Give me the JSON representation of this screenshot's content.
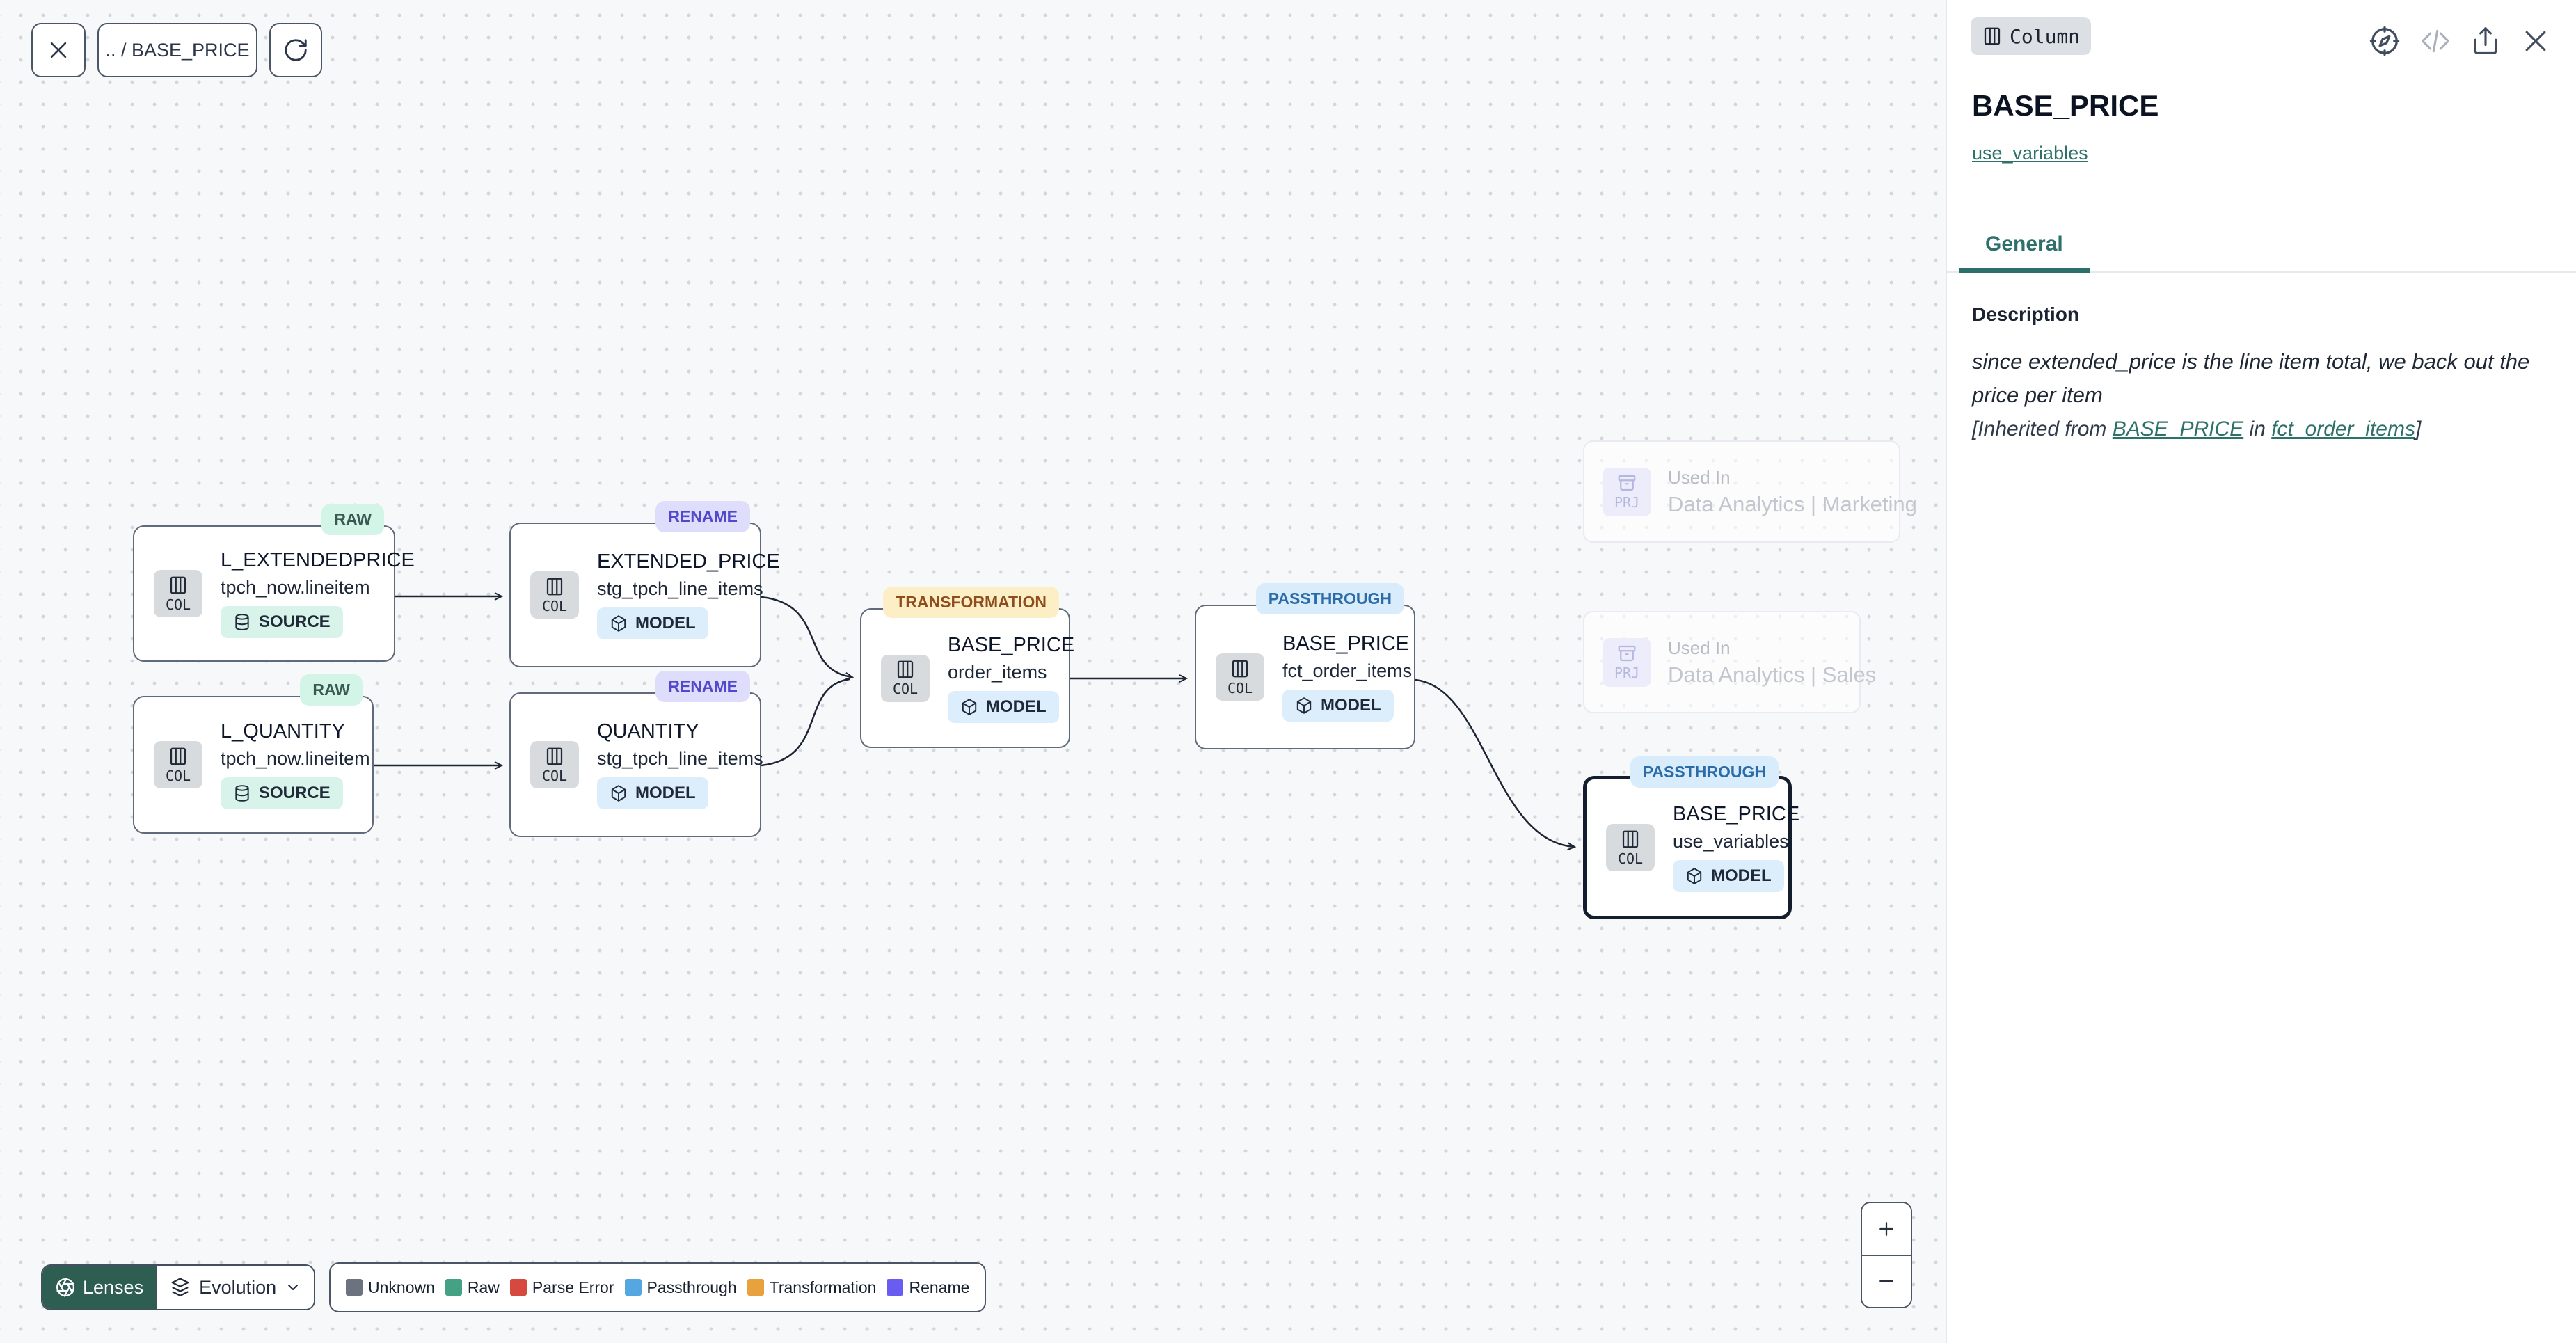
{
  "toolbar": {
    "close_icon": "x-icon",
    "breadcrumb": ".. / BASE_PRICE",
    "refresh_icon": "refresh-icon"
  },
  "canvas": {
    "nodes": [
      {
        "badge": "RAW",
        "title": "L_EXTENDEDPRICE",
        "subtitle": "tpch_now.lineitem",
        "kind": "SOURCE",
        "icon_label": "COL"
      },
      {
        "badge": "RENAME",
        "title": "EXTENDED_PRICE",
        "subtitle": "stg_tpch_line_items",
        "kind": "MODEL",
        "icon_label": "COL"
      },
      {
        "badge": "RAW",
        "title": "L_QUANTITY",
        "subtitle": "tpch_now.lineitem",
        "kind": "SOURCE",
        "icon_label": "COL"
      },
      {
        "badge": "RENAME",
        "title": "QUANTITY",
        "subtitle": "stg_tpch_line_items",
        "kind": "MODEL",
        "icon_label": "COL"
      },
      {
        "badge": "TRANSFORMATION",
        "title": "BASE_PRICE",
        "subtitle": "order_items",
        "kind": "MODEL",
        "icon_label": "COL"
      },
      {
        "badge": "PASSTHROUGH",
        "title": "BASE_PRICE",
        "subtitle": "fct_order_items",
        "kind": "MODEL",
        "icon_label": "COL"
      },
      {
        "badge": "PASSTHROUGH",
        "title": "BASE_PRICE",
        "subtitle": "use_variables",
        "kind": "MODEL",
        "icon_label": "COL",
        "selected": true
      }
    ],
    "used_in": [
      {
        "icon_label": "PRJ",
        "label": "Used In",
        "value": "Data Analytics | Marketing"
      },
      {
        "icon_label": "PRJ",
        "label": "Used In",
        "value": "Data Analytics | Sales"
      }
    ]
  },
  "lenses": {
    "button_label": "Lenses",
    "selected_lens": "Evolution"
  },
  "legend": {
    "items": [
      {
        "label": "Unknown",
        "color": "#6b7280"
      },
      {
        "label": "Raw",
        "color": "#45a184"
      },
      {
        "label": "Parse Error",
        "color": "#d6493e"
      },
      {
        "label": "Passthrough",
        "color": "#54a7e0"
      },
      {
        "label": "Transformation",
        "color": "#e8a23d"
      },
      {
        "label": "Rename",
        "color": "#685df0"
      }
    ]
  },
  "panel": {
    "type_badge": "Column",
    "title": "BASE_PRICE",
    "subtitle_link": "use_variables",
    "tabs": [
      {
        "label": "General",
        "active": true
      }
    ],
    "description": {
      "heading": "Description",
      "body": "since extended_price is the line item total, we back out the price per item",
      "inherited_prefix": "[Inherited from ",
      "inherited_link1": "BASE_PRICE",
      "inherited_middle": " in ",
      "inherited_link2": "fct_order_items",
      "inherited_suffix": "]"
    }
  },
  "colors": {
    "accent_teal": "#2d6f6b",
    "lenses_green": "#2e5d52",
    "selection_border": "#141d2b",
    "canvas_background": "#f7f8f9"
  }
}
